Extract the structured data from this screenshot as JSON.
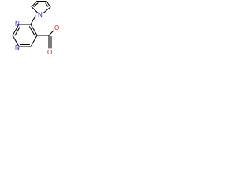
{
  "molecule": {
    "colors": {
      "background": "#ffffff",
      "bond": "#000000",
      "nitrogen": "#1f1fd9",
      "oxygen": "#e61a1a"
    },
    "atom_labels": {
      "pyrrole_n": "N",
      "pyrazine_n_top": "N",
      "pyrazine_n_bottom": "N",
      "carbonyl_o": "O",
      "ether_o": "O"
    }
  }
}
